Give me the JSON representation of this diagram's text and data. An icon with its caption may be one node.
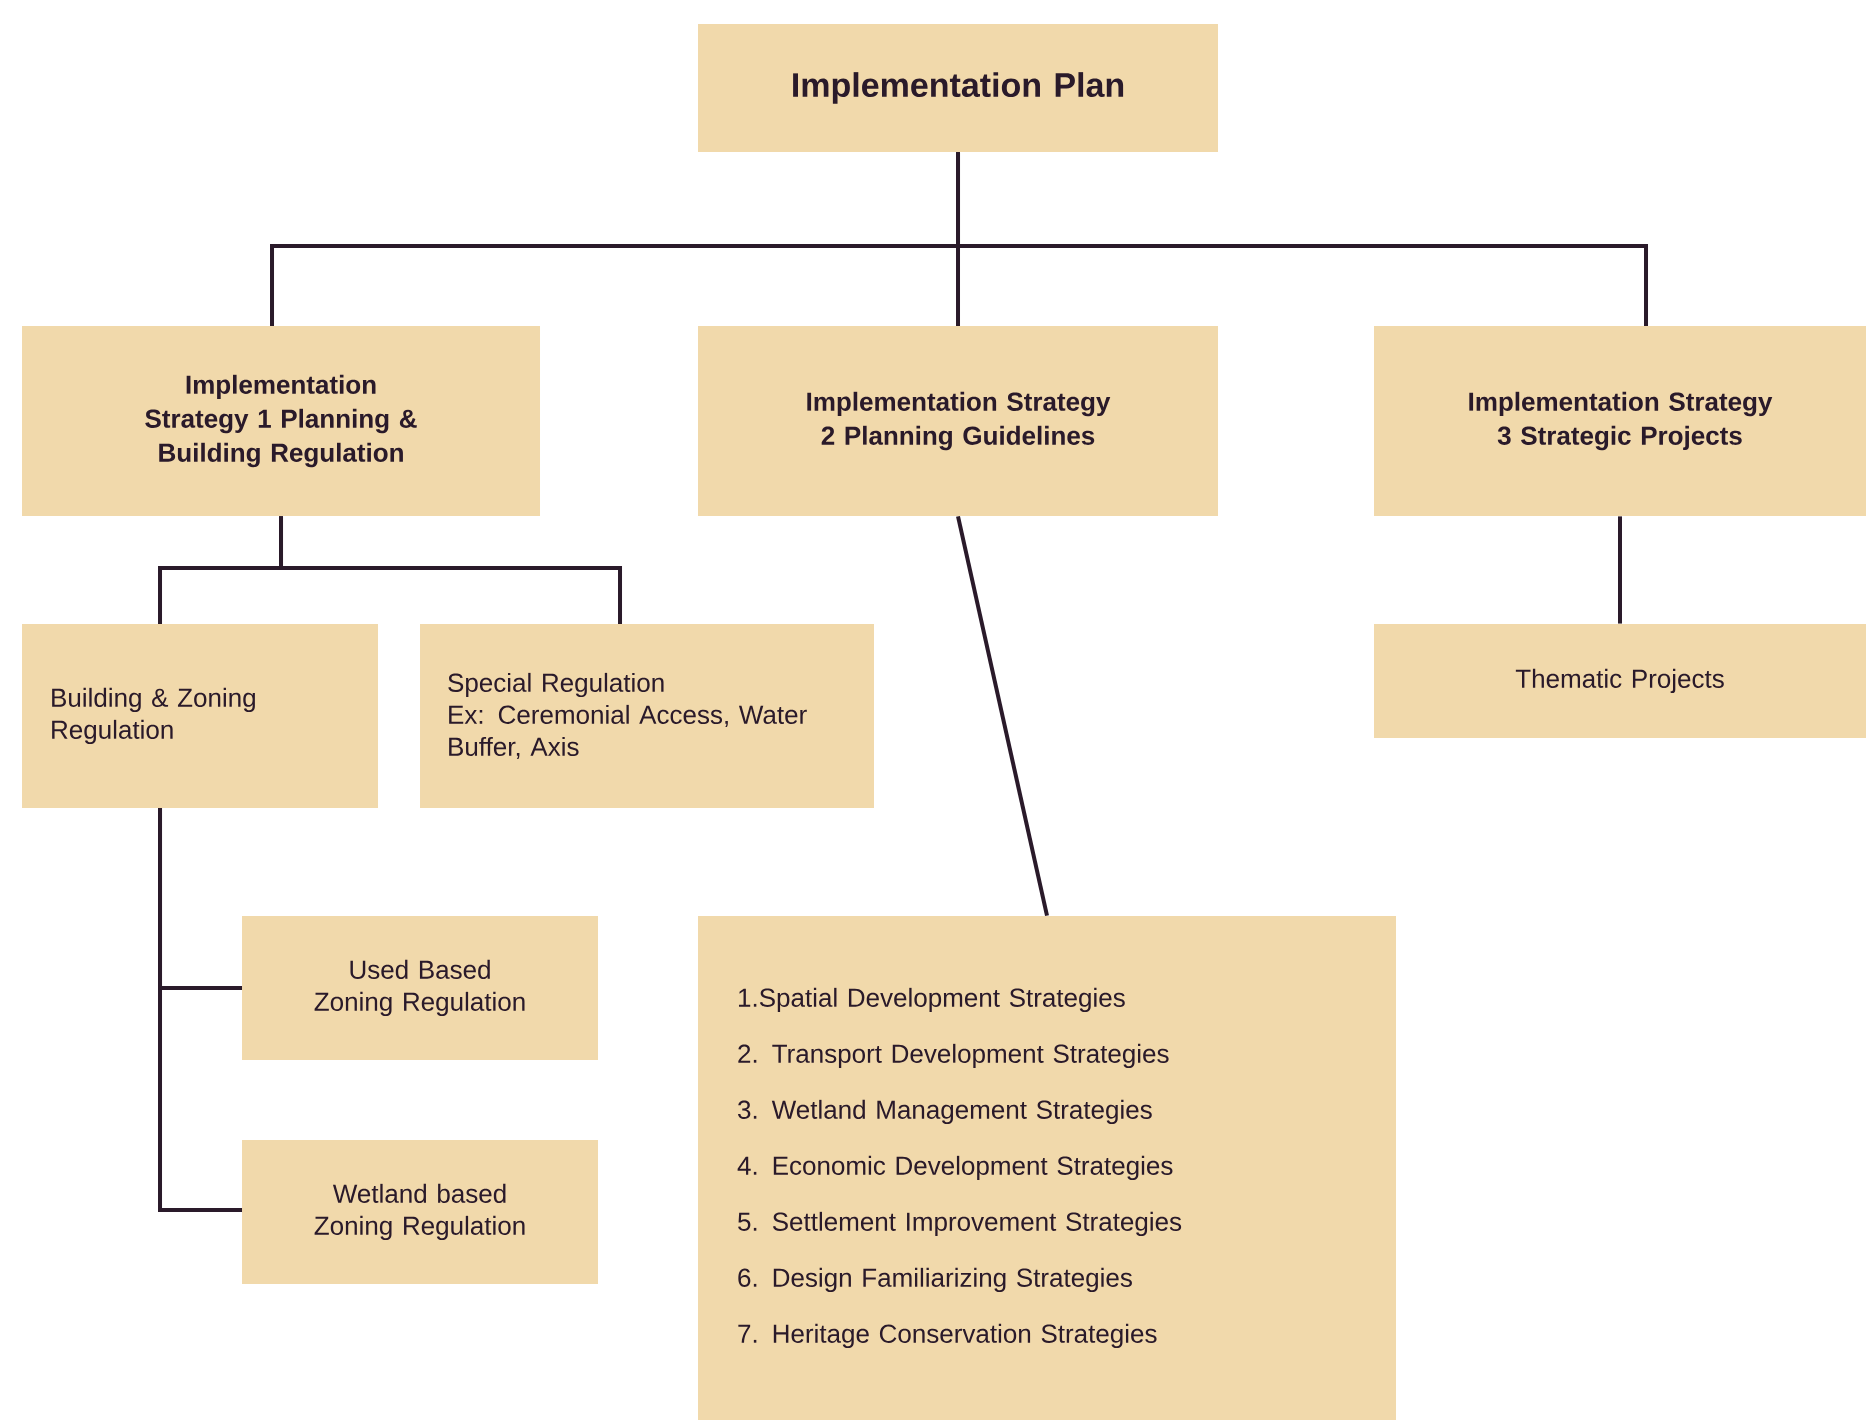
{
  "diagram": {
    "nodes": [
      {
        "text": [
          "Implementation Plan"
        ]
      },
      {
        "text": [
          "Implementation Strategy 1 Planning & Building Regulation"
        ]
      },
      {
        "text": [
          "Implementation Strategy 2 Planning Guidelines"
        ]
      },
      {
        "text": [
          "Implementation Strategy 3 Strategic Projects"
        ]
      },
      {
        "text": [
          "Building & Zoning Regulation"
        ]
      },
      {
        "text": [
          "Special Regulation",
          "Ex: Ceremonial Access, Water Buffer, Axis"
        ]
      },
      {
        "text": [
          "Thematic Projects"
        ]
      },
      {
        "text": [
          "Used Based Zoning Regulation"
        ]
      },
      {
        "text": [
          "Wetland based Zoning Regulation"
        ]
      },
      {
        "text": [
          "1.Spatial Development Strategies",
          "2. Transport Development Strategies",
          "3. Wetland Management Strategies",
          "4. Economic Development Strategies",
          "5. Settlement Improvement Strategies",
          "6. Design Familiarizing Strategies",
          "7. Heritage Conservation Strategies"
        ]
      }
    ],
    "edges": [
      {
        "from": 0,
        "to": 1,
        "arrow": "none"
      },
      {
        "from": 0,
        "to": 2,
        "arrow": "none"
      },
      {
        "from": 0,
        "to": 3,
        "arrow": "none"
      },
      {
        "from": 1,
        "to": 4,
        "arrow": "none"
      },
      {
        "from": 1,
        "to": 5,
        "arrow": "none"
      },
      {
        "from": 3,
        "to": 6,
        "arrow": "none"
      },
      {
        "from": 2,
        "to": 9,
        "arrow": "none"
      },
      {
        "from": 4,
        "to": 7,
        "arrow": "none"
      },
      {
        "from": 4,
        "to": 8,
        "arrow": "none"
      }
    ]
  }
}
